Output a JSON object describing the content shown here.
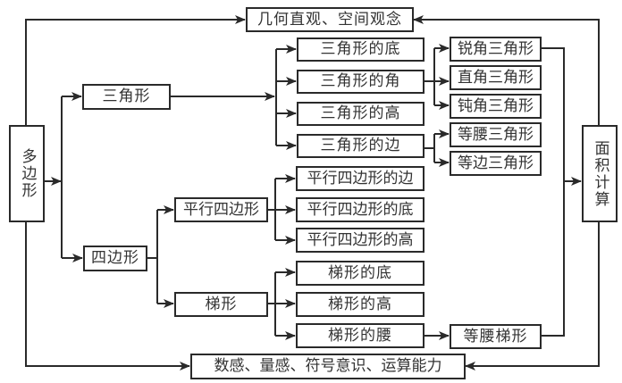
{
  "diagram": {
    "root": "多边形",
    "top_goal": "几何直观、空间观念",
    "bottom_goal": "数感、量感、符号意识、运算能力",
    "area": "面积计算",
    "triangle": {
      "label": "三角形",
      "parts": [
        "三角形的底",
        "三角形的角",
        "三角形的高",
        "三角形的边"
      ],
      "by_angle": [
        "锐角三角形",
        "直角三角形",
        "钝角三角形"
      ],
      "by_side": [
        "等腰三角形",
        "等边三角形"
      ]
    },
    "quadrilateral": {
      "label": "四边形",
      "parallelogram": {
        "label": "平行四边形",
        "parts": [
          "平行四边形的边",
          "平行四边形的底",
          "平行四边形的高"
        ]
      },
      "trapezoid": {
        "label": "梯形",
        "parts": [
          "梯形的底",
          "梯形的高",
          "梯形的腰"
        ],
        "special": "等腰梯形"
      }
    },
    "colors": {
      "line": "#2a2a2a",
      "text": "#333333"
    }
  }
}
